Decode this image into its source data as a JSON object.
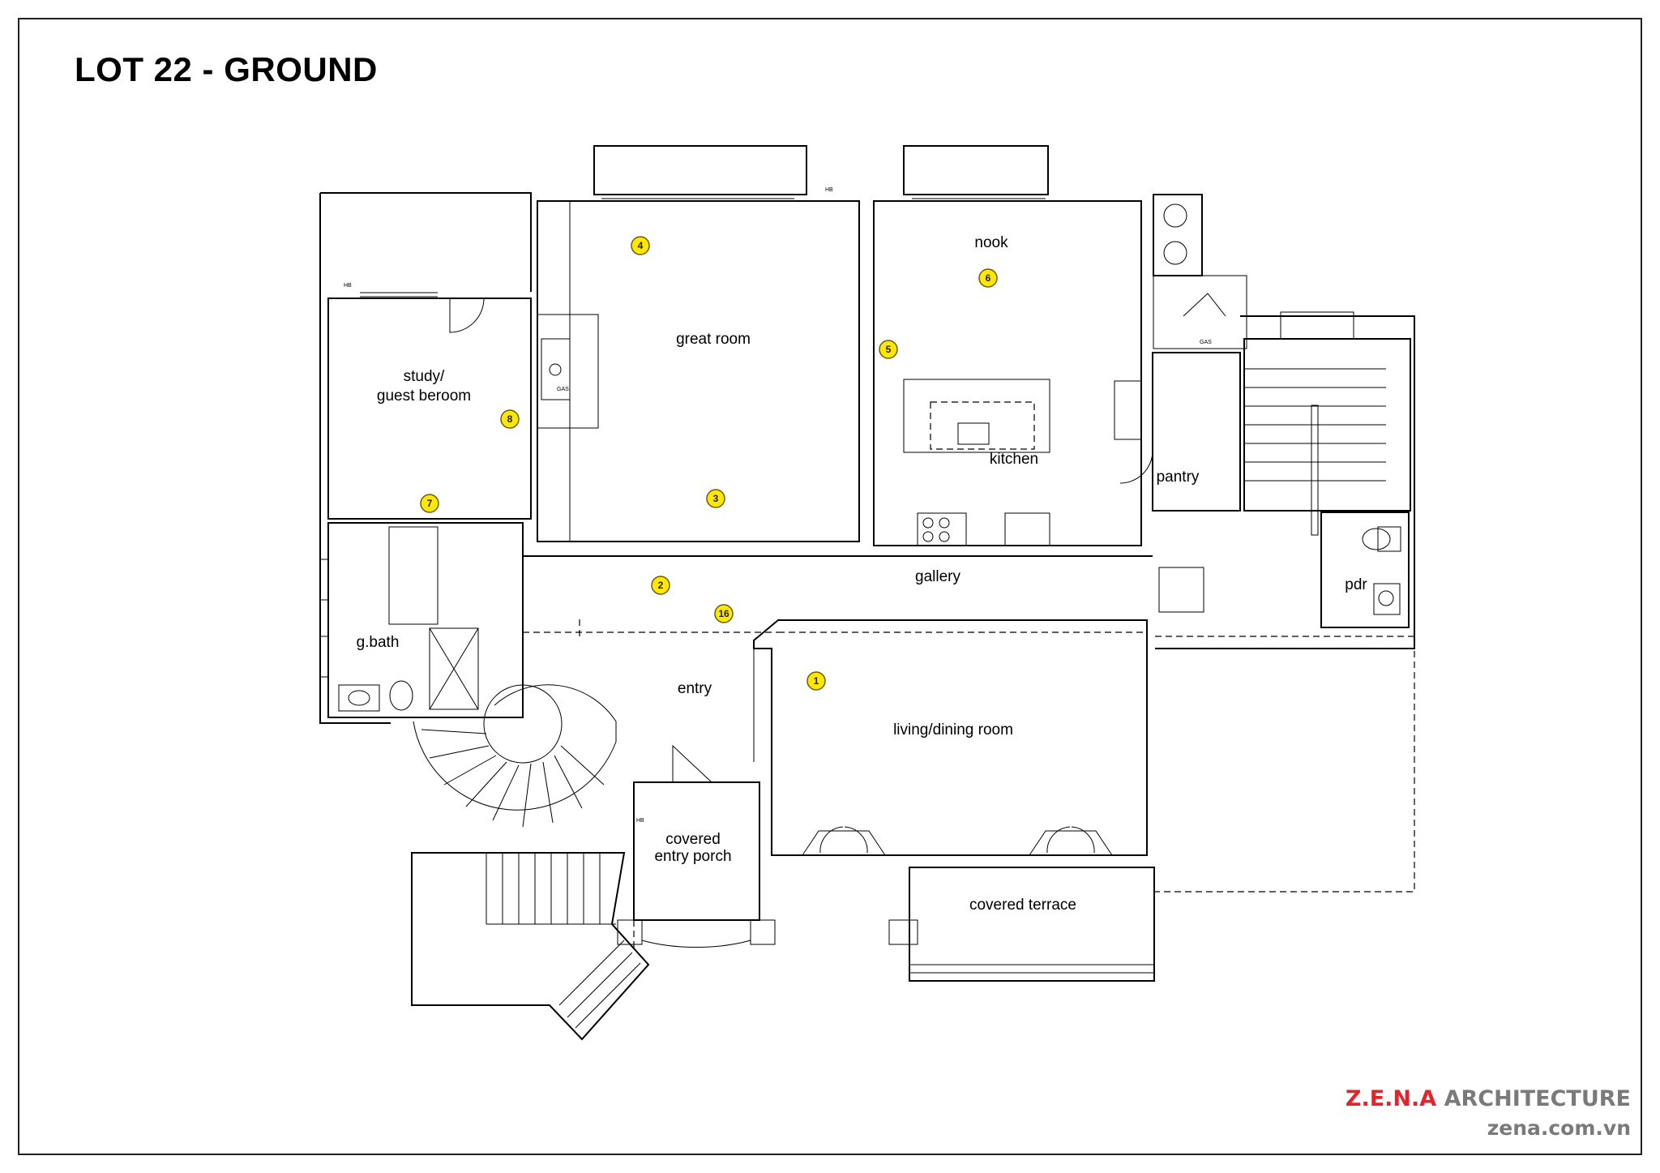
{
  "sheet": {
    "title": "LOT 22 - GROUND"
  },
  "brand": {
    "name_red": "Z.E.N.A",
    "name_gray": "ARCHITECTURE",
    "url": "zena.com.vn",
    "colors": {
      "red": "#e0262b",
      "gray": "#7a7a7a"
    }
  },
  "plan": {
    "rooms": {
      "study": [
        "study/",
        "guest beroom"
      ],
      "great_room": "great room",
      "nook": "nook",
      "kitchen": "kitchen",
      "pantry": "pantry",
      "gallery": "gallery",
      "pdr": "pdr",
      "g_bath": "g.bath",
      "entry": "entry",
      "living_dining": "living/dining room",
      "covered_entry_porch": [
        "covered",
        "entry porch"
      ],
      "covered_terrace": "covered terrace"
    },
    "markers": [
      "1",
      "2",
      "3",
      "4",
      "5",
      "6",
      "7",
      "8",
      "16"
    ],
    "marker_color": "#ffe800",
    "annotations": {
      "gas": "GAS",
      "hose_bib": "HB"
    }
  }
}
